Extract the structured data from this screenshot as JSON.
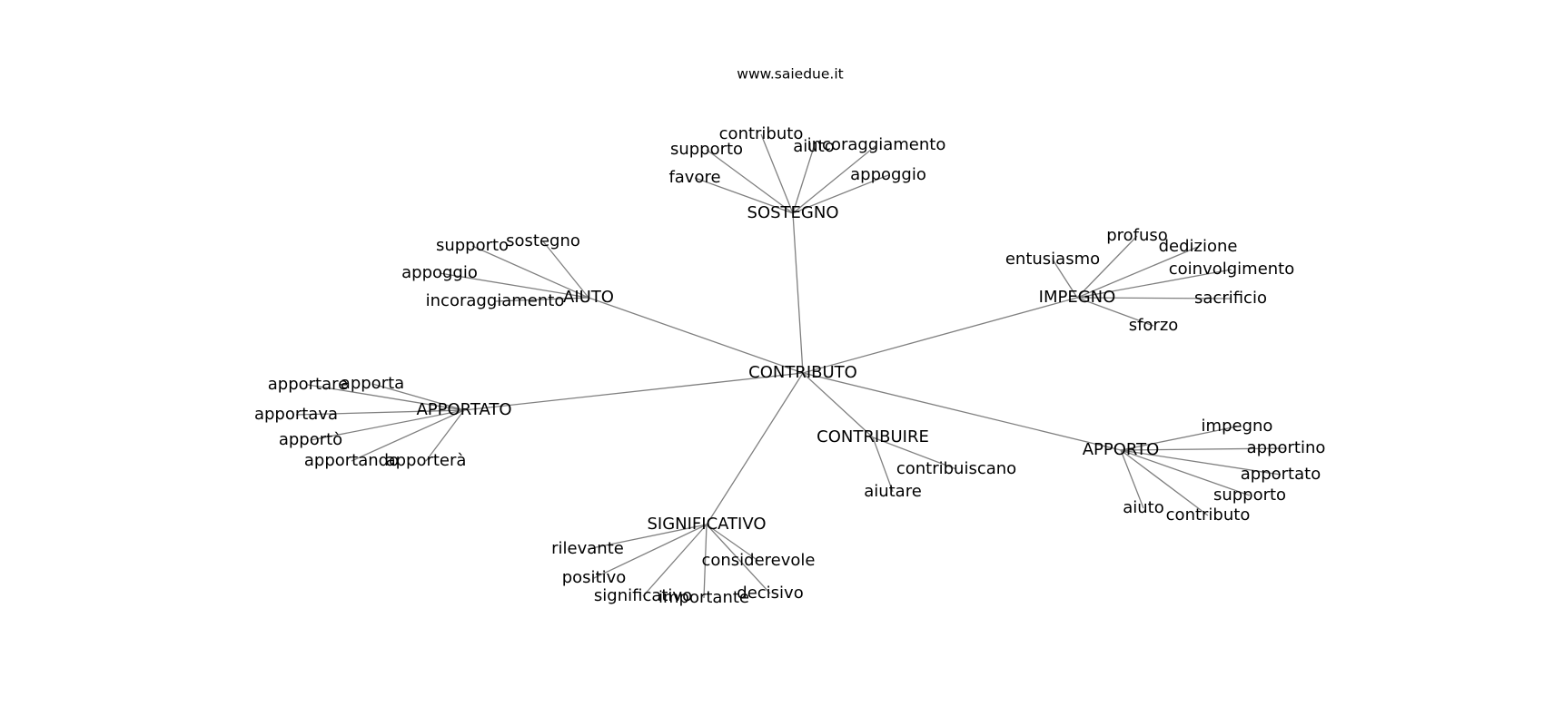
{
  "site": "www.saiedue.it",
  "graph": {
    "center": "CONTRIBUTO",
    "hubs": [
      {
        "id": "SOSTEGNO",
        "leaves": [
          "contributo",
          "supporto",
          "aiuto",
          "incoraggiamento",
          "favore",
          "appoggio"
        ]
      },
      {
        "id": "AIUTO",
        "leaves": [
          "supporto",
          "sostegno",
          "appoggio",
          "incoraggiamento"
        ]
      },
      {
        "id": "IMPEGNO",
        "leaves": [
          "profuso",
          "dedizione",
          "entusiasmo",
          "coinvolgimento",
          "sacrificio",
          "sforzo"
        ]
      },
      {
        "id": "APPORTATO",
        "leaves": [
          "apportare",
          "apporta",
          "apportava",
          "apportò",
          "apportando",
          "apporterà"
        ]
      },
      {
        "id": "CONTRIBUIRE",
        "leaves": [
          "contribuiscano",
          "aiutare"
        ]
      },
      {
        "id": "APPORTO",
        "leaves": [
          "impegno",
          "apportino",
          "apportato",
          "supporto",
          "aiuto",
          "contributo"
        ]
      },
      {
        "id": "SIGNIFICATIVO",
        "leaves": [
          "rilevante",
          "considerevole",
          "positivo",
          "significativo",
          "importante",
          "decisivo"
        ]
      }
    ]
  }
}
